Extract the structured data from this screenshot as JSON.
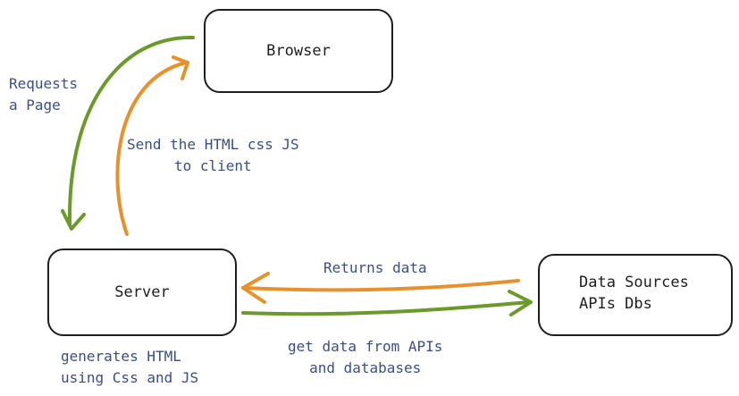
{
  "nodes": {
    "browser": "Browser",
    "server": "Server",
    "data_sources": [
      "Data Sources",
      "APIs Dbs"
    ]
  },
  "labels": {
    "requests_page": [
      "Requests",
      "a Page"
    ],
    "send_html": [
      "Send the HTML css JS",
      "to client"
    ],
    "returns_data": "Returns data",
    "get_data": [
      "get data from APIs",
      "and databases"
    ],
    "generates_html": [
      "generates HTML",
      "using Css and JS"
    ]
  },
  "colors": {
    "request_arrow": "#6a9a2a",
    "response_arrow": "#e8912c",
    "box_stroke": "#1e1e1e",
    "label_text": "#3b4f86"
  }
}
